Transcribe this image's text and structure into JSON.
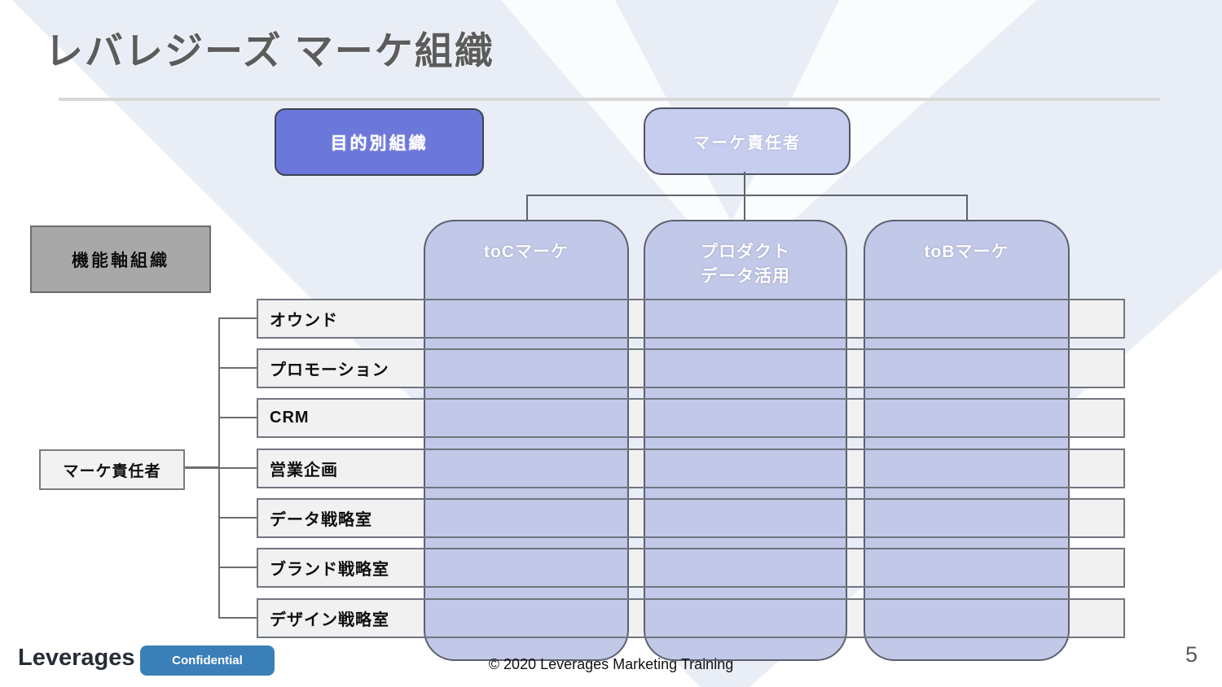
{
  "slide": {
    "title": "レバレジーズ マーケ組織",
    "page_number": "5",
    "legend": {
      "purpose_org": "目的別組織",
      "function_org": "機能軸組織"
    },
    "org": {
      "top_manager": "マーケ責任者",
      "left_manager": "マーケ責任者",
      "columns": [
        {
          "label": "toCマーケ"
        },
        {
          "label": "プロダクト",
          "label2": "データ活用"
        },
        {
          "label": "toBマーケ"
        }
      ],
      "rows": [
        {
          "label": "オウンド"
        },
        {
          "label": "プロモーション"
        },
        {
          "label": "CRM"
        },
        {
          "label": "営業企画"
        },
        {
          "label": "データ戦略室"
        },
        {
          "label": "ブランド戦略室"
        },
        {
          "label": "デザイン戦略室"
        }
      ]
    },
    "footer": {
      "logo": "Leverages",
      "confidential_label": "Confidential",
      "copyright": "© 2020 Leverages Marketing Training"
    },
    "colors": {
      "background_wash": "#e9edf5",
      "column_fill": "#c2c8e7",
      "column_border": "#5c6170",
      "purpose_box_fill": "#6b77d9",
      "top_manager_fill": "#c7cdee",
      "function_box_fill": "#a8a8a8",
      "row_fill": "#f1f1f2",
      "row_border": "#70757f",
      "confidential_badge": "#3a7fb8",
      "divider": "#d9d9d9",
      "title_text": "#5c5c5c"
    }
  }
}
